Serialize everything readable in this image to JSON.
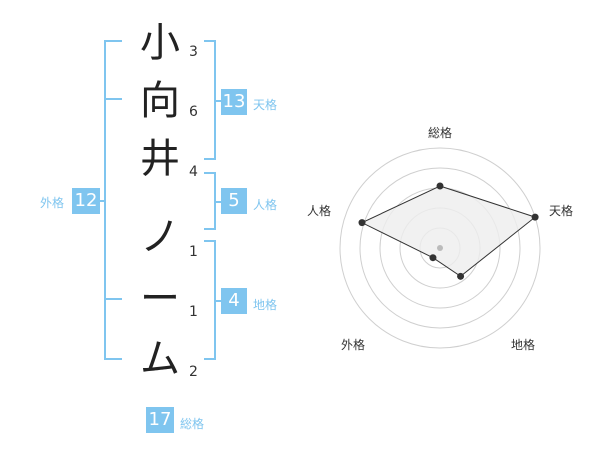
{
  "name_chars": [
    {
      "char": "小",
      "strokes": "3"
    },
    {
      "char": "向",
      "strokes": "6"
    },
    {
      "char": "井",
      "strokes": "4"
    },
    {
      "char": "ノ",
      "strokes": "1"
    },
    {
      "char": "ー",
      "strokes": "1"
    },
    {
      "char": "ム",
      "strokes": "2"
    }
  ],
  "kaku": {
    "tenkaku": {
      "value": "13",
      "label": "天格"
    },
    "jinkaku": {
      "value": "5",
      "label": "人格"
    },
    "chikaku": {
      "value": "4",
      "label": "地格"
    },
    "gaikaku": {
      "value": "12",
      "label": "外格"
    },
    "soukaku": {
      "value": "17",
      "label": "総格"
    }
  },
  "radar": {
    "axes": [
      "総格",
      "天格",
      "地格",
      "外格",
      "人格"
    ],
    "values": [
      0.62,
      1.0,
      0.35,
      0.12,
      0.82
    ],
    "colors": {
      "grid": "#cfcfcf",
      "fill": "#eeeeee",
      "line": "#333333",
      "point": "#333333"
    }
  },
  "colors": {
    "accent": "#7fc5ef"
  }
}
